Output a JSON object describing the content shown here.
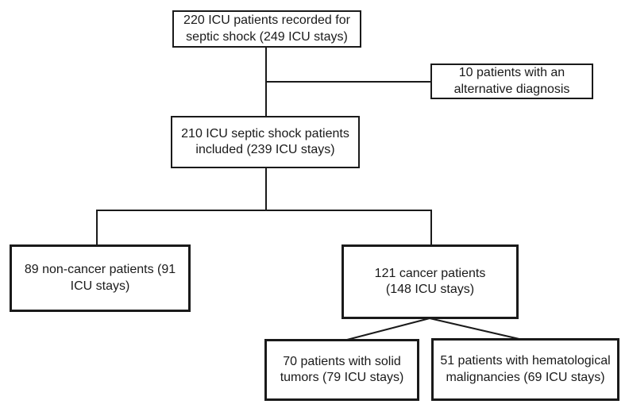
{
  "diagram": {
    "type": "flowchart",
    "background_color": "#ffffff",
    "line_color": "#1a1a1a",
    "box_border_color": "#1a1a1a",
    "text_color": "#1a1a1a",
    "nodes": {
      "recorded": {
        "label": "220 ICU patients recorded for\nseptic shock (249 ICU stays)"
      },
      "excluded": {
        "label": "10 patients with an\nalternative diagnosis"
      },
      "included": {
        "label": "210 ICU septic shock patients\nincluded (239 ICU stays)"
      },
      "non_cancer": {
        "label": "89 non-cancer patients (91\nICU stays)"
      },
      "cancer": {
        "label": "121 cancer patients\n(148 ICU stays)"
      },
      "solid_tumors": {
        "label": "70 patients with solid\ntumors (79 ICU stays)"
      },
      "hematological": {
        "label": "51 patients with hematological\nmalignancies (69 ICU stays)"
      }
    },
    "edges": [
      {
        "from": "recorded",
        "to": "included"
      },
      {
        "from": "recorded",
        "to": "excluded"
      },
      {
        "from": "included",
        "to": "non_cancer"
      },
      {
        "from": "included",
        "to": "cancer"
      },
      {
        "from": "cancer",
        "to": "solid_tumors"
      },
      {
        "from": "cancer",
        "to": "hematological"
      }
    ]
  }
}
